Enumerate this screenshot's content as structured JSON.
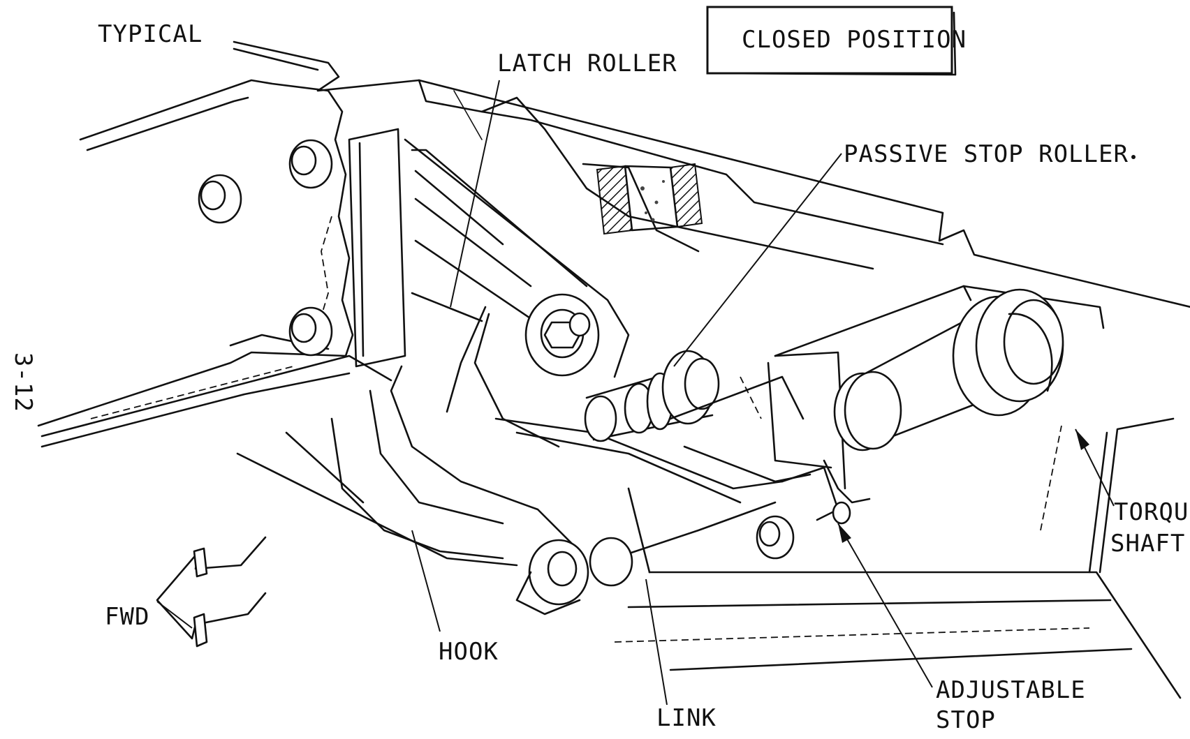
{
  "labels": {
    "typical": "TYPICAL",
    "closed_position": "CLOSED POSITION",
    "latch_roller": "LATCH ROLLER",
    "passive_stop_roller": "PASSIVE STOP ROLLER",
    "torque_shaft_line1": "TORQUE",
    "torque_shaft_line2": "SHAFT",
    "hook": "HOOK",
    "link": "LINK",
    "adjustable_stop_line1": "ADJUSTABLE",
    "adjustable_stop_line2": "STOP",
    "fwd": "FWD",
    "page_number": "3-12"
  }
}
